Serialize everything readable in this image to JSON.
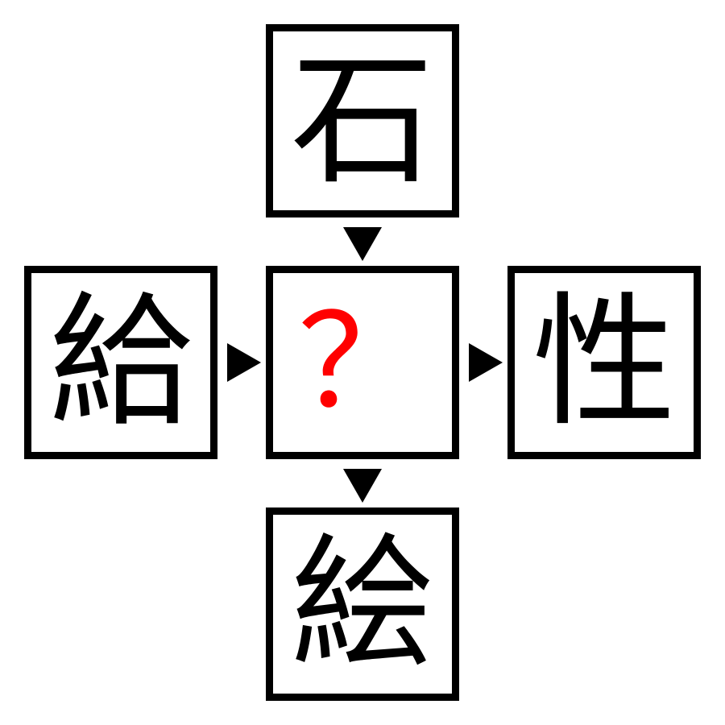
{
  "puzzle": {
    "top": "石",
    "left": "給",
    "center": "？",
    "right": "性",
    "bottom": "絵",
    "center_color": "#ff0000",
    "border_color": "#000000",
    "arrow_color": "#000000"
  }
}
